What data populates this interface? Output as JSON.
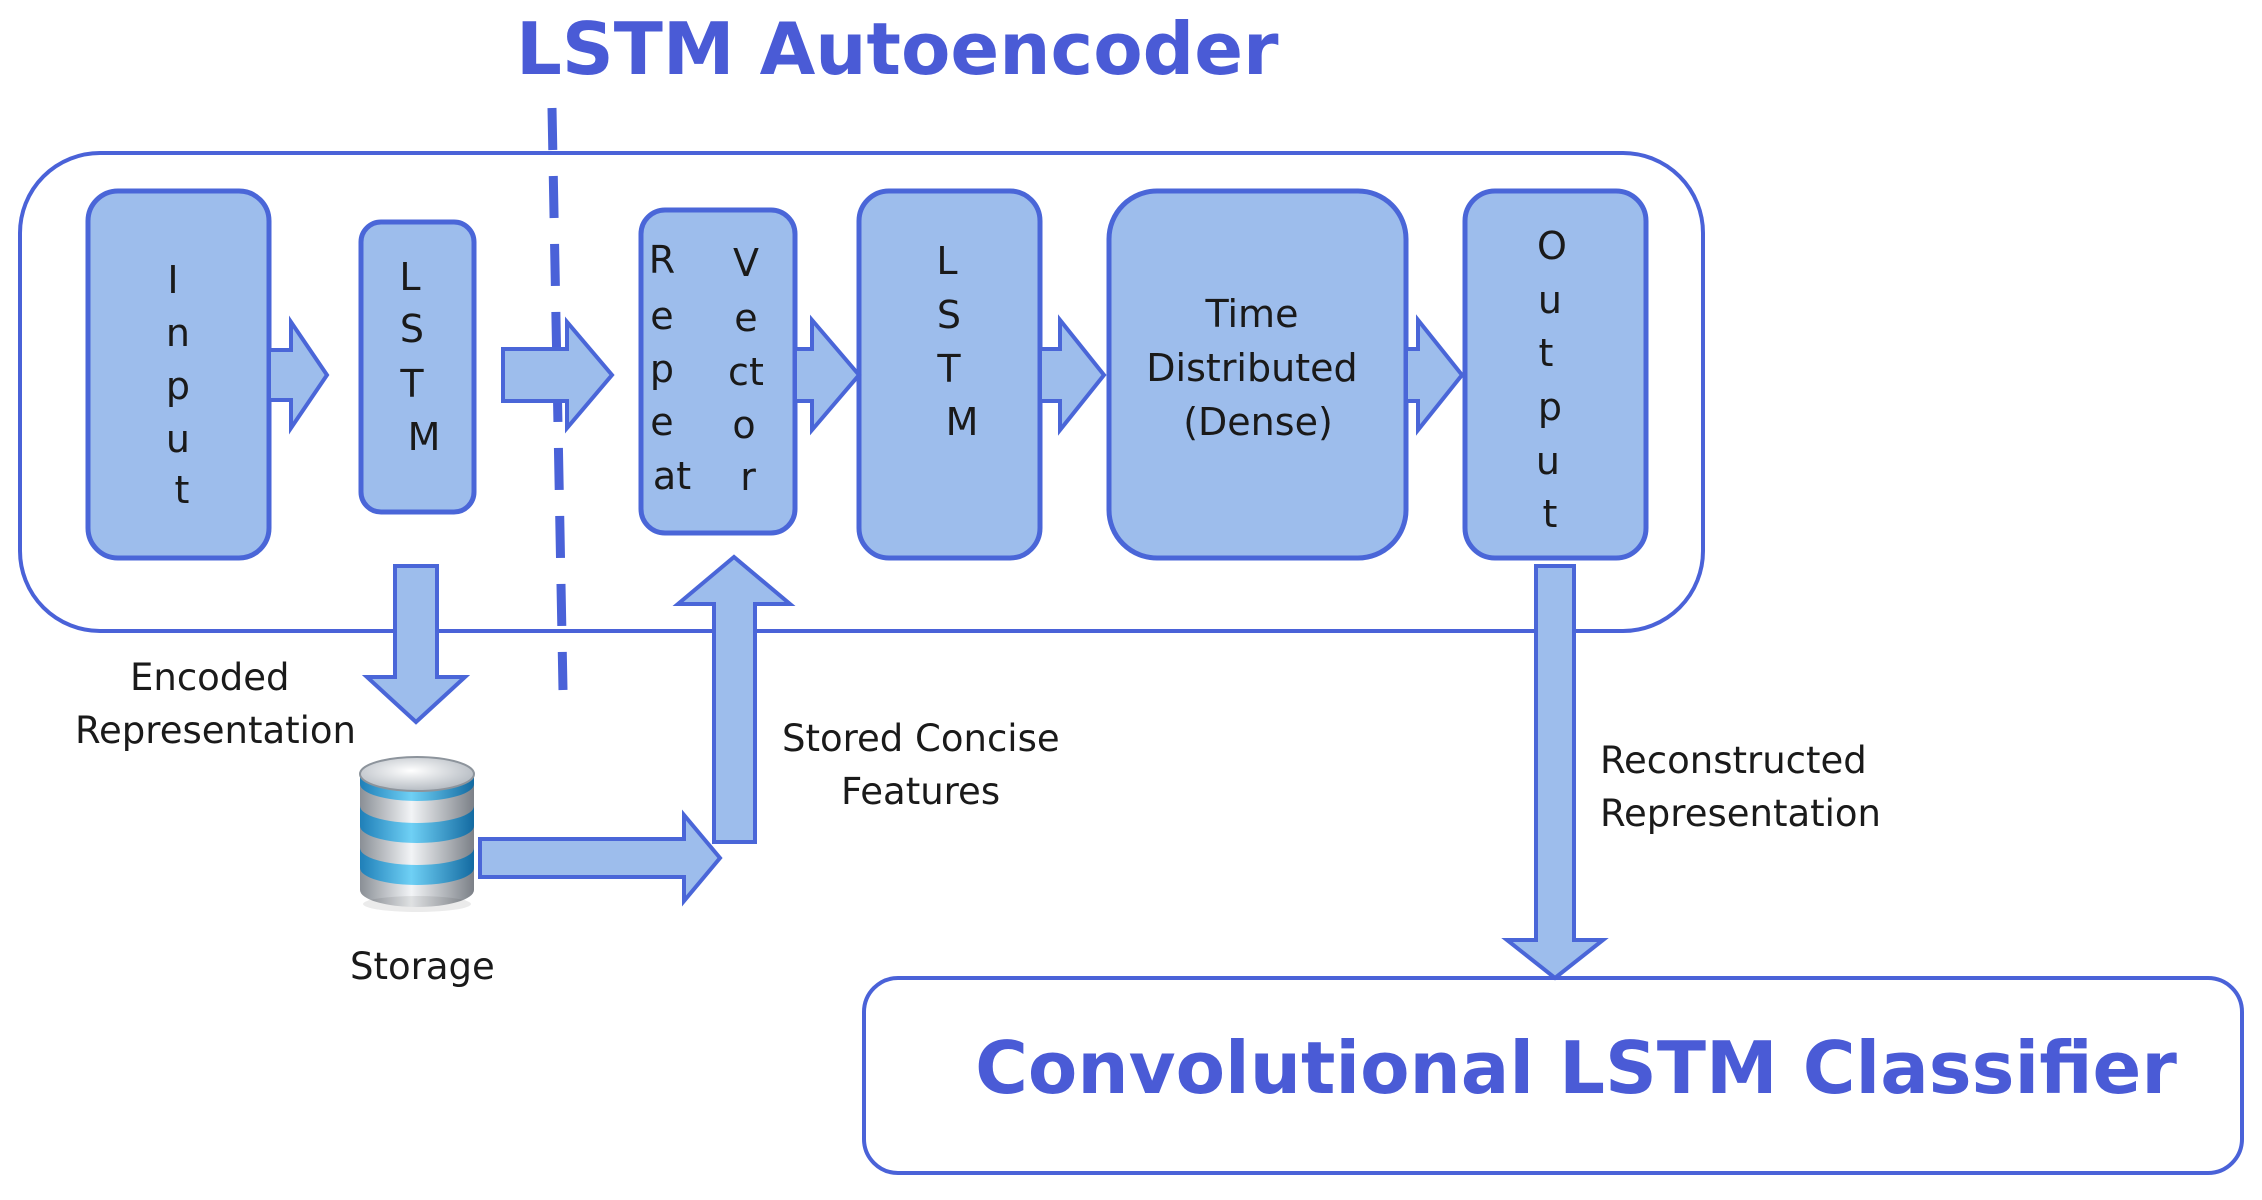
{
  "diagram": {
    "autoencoder_title": "LSTM Autoencoder",
    "classifier_title": "Convolutional LSTM Classifier",
    "blocks": {
      "input": [
        "I",
        "n",
        "p",
        "u",
        "t"
      ],
      "lstm1": [
        "L",
        "S",
        "T",
        "M"
      ],
      "repeat": [
        "R",
        "e",
        "p",
        "e",
        "at"
      ],
      "vector": [
        "V",
        "e",
        "ct",
        "o",
        "r"
      ],
      "lstm2": [
        "L",
        "S",
        "T",
        "M"
      ],
      "time_distributed": [
        "Time",
        "Distributed",
        "(Dense)"
      ],
      "output": [
        "O",
        "u",
        "t",
        "p",
        "u",
        "t"
      ]
    },
    "labels": {
      "encoded": [
        "Encoded",
        "Representation"
      ],
      "storage": "Storage",
      "stored_features": [
        "Stored Concise",
        "Features"
      ],
      "reconstructed": [
        "Reconstructed",
        "Representation"
      ]
    },
    "icons": {
      "storage": "database-icon"
    },
    "colors": {
      "accent": "#4a5bd6",
      "block_fill": "#9dbdec",
      "block_stroke": "#4a66d8"
    }
  }
}
